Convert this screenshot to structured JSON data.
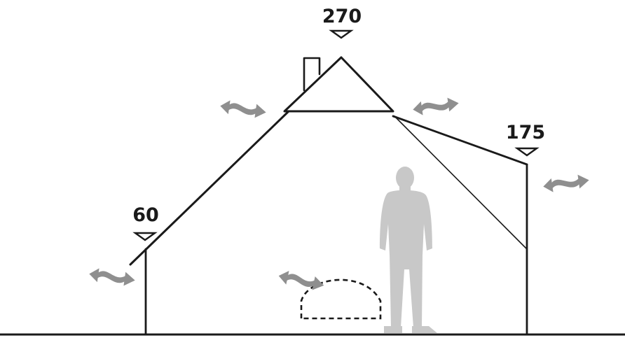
{
  "dimensions": {
    "peak_height": "270",
    "right_wall_height": "175",
    "left_wall_height": "60"
  },
  "colors": {
    "outline": "#1a1a1a",
    "airflow_arrow": "#8f8f8f",
    "person_silhouette": "#c8c8c8",
    "background": "#ffffff"
  },
  "icons": {
    "ventilation": "wavy-double-arrow-icon",
    "height_marker": "down-triangle-marker-icon",
    "person": "person-silhouette-icon"
  }
}
